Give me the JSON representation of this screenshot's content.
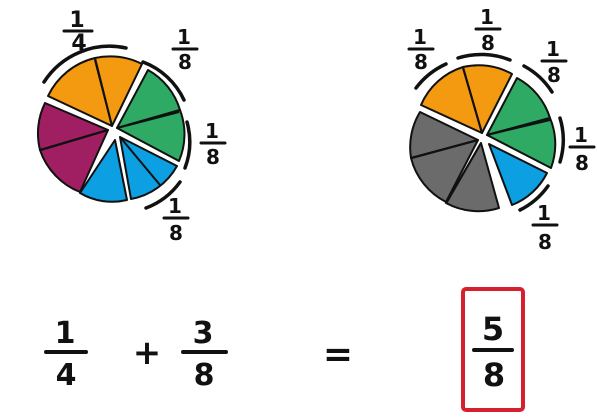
{
  "colors": {
    "orange": "#F39A10",
    "green": "#2EAA64",
    "blue": "#0C9FE2",
    "purple": "#A01F63",
    "gray": "#6B6B6B",
    "ink": "#111111",
    "highlight": "#D6202E"
  },
  "left_circle": {
    "pieces": [
      {
        "fill": "purple",
        "fraction": "1/8"
      },
      {
        "fill": "purple",
        "fraction": "1/8"
      },
      {
        "fill": "orange",
        "fraction": "1/8"
      },
      {
        "fill": "orange",
        "fraction": "1/8"
      },
      {
        "fill": "green",
        "fraction": "1/8"
      },
      {
        "fill": "green",
        "fraction": "1/8"
      },
      {
        "fill": "blue",
        "fraction": "1/8"
      },
      {
        "fill": "blue",
        "fraction": "1/8"
      }
    ],
    "labels": [
      {
        "num": "1",
        "den": "4"
      },
      {
        "num": "1",
        "den": "8"
      },
      {
        "num": "1",
        "den": "8"
      },
      {
        "num": "1",
        "den": "8"
      }
    ]
  },
  "right_circle": {
    "pieces": [
      {
        "fill": "gray",
        "fraction": "1/8"
      },
      {
        "fill": "gray",
        "fraction": "1/8"
      },
      {
        "fill": "gray",
        "fraction": "1/8"
      },
      {
        "fill": "orange",
        "fraction": "1/8"
      },
      {
        "fill": "orange",
        "fraction": "1/8"
      },
      {
        "fill": "green",
        "fraction": "1/8"
      },
      {
        "fill": "green",
        "fraction": "1/8"
      },
      {
        "fill": "blue",
        "fraction": "1/8"
      }
    ],
    "labels": [
      {
        "num": "1",
        "den": "8"
      },
      {
        "num": "1",
        "den": "8"
      },
      {
        "num": "1",
        "den": "8"
      },
      {
        "num": "1",
        "den": "8"
      },
      {
        "num": "1",
        "den": "8"
      }
    ]
  },
  "equation": {
    "term1": {
      "num": "1",
      "den": "4"
    },
    "plus": "+",
    "term2": {
      "num": "3",
      "den": "8"
    },
    "equals": "=",
    "result": {
      "num": "5",
      "den": "8"
    }
  }
}
